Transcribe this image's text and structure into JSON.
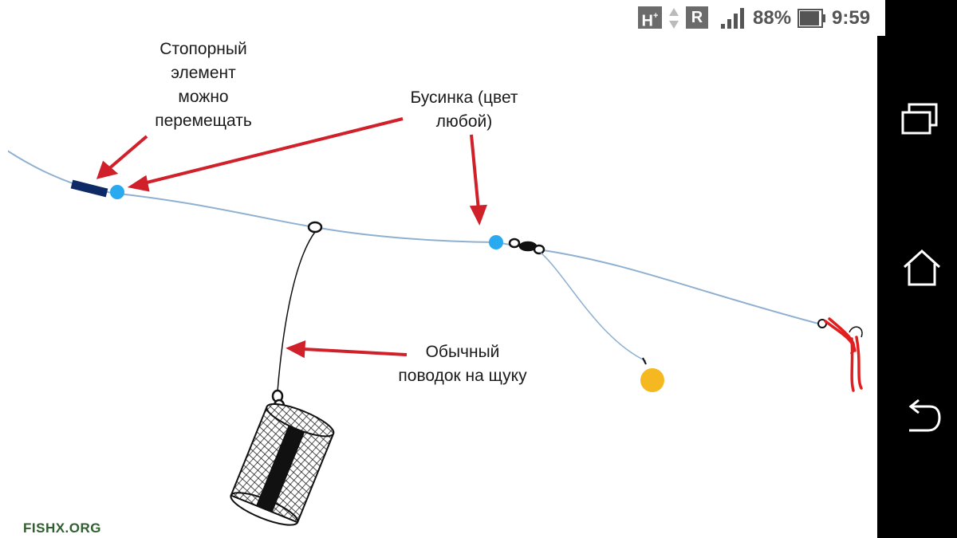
{
  "status_bar": {
    "network_type": "H",
    "network_plus": "+",
    "roaming": "R",
    "battery": "88%",
    "time": "9:59"
  },
  "diagram": {
    "labels": {
      "stopper": "Стопорный\nэлемент\nможно\nперемещать",
      "bead": "Бусинка (цвет\nлюбой)",
      "leader": "Обычный\nповодок на щуку"
    },
    "watermark": "FISHX.ORG"
  },
  "colors": {
    "line": "#8fb0d0",
    "arrow": "#d0202a",
    "bead": "#29aaf0",
    "stopper": "#0d2a66",
    "lure": "#f5b820",
    "hook_red": "#e02020"
  },
  "navigation": {
    "icons": [
      "recent-apps-icon",
      "home-icon",
      "back-icon"
    ]
  }
}
